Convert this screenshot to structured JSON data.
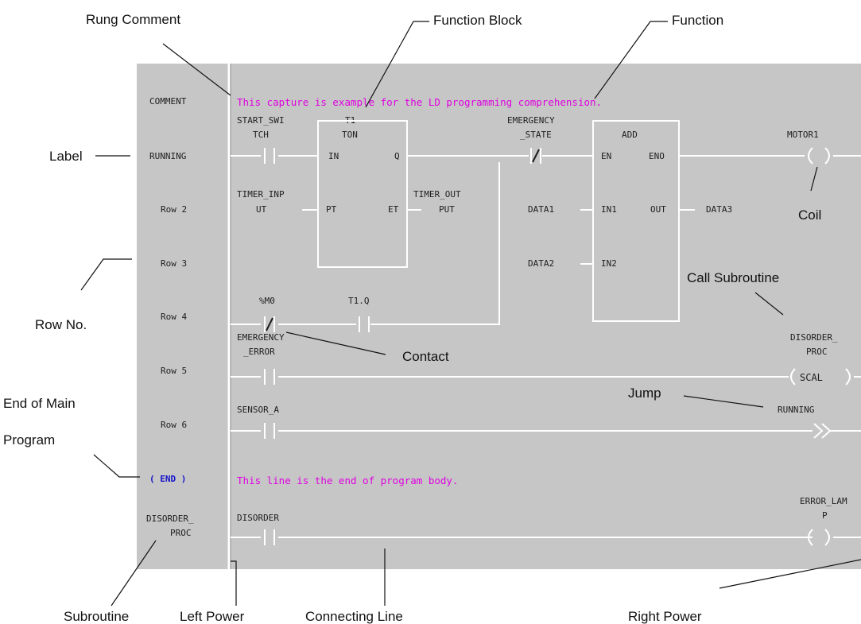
{
  "callouts": {
    "rung_comment": "Rung Comment",
    "function_block": "Function Block",
    "function": "Function",
    "label": "Label",
    "row_no": "Row No.",
    "coil": "Coil",
    "call_subroutine": "Call Subroutine",
    "contact": "Contact",
    "jump": "Jump",
    "end_main_1": "End of Main",
    "end_main_2": "Program",
    "subroutine": "Subroutine",
    "left_power": "Left Power",
    "connecting_line": "Connecting Line",
    "right_power": "Right Power"
  },
  "rows": {
    "comment": "COMMENT",
    "running": "RUNNING",
    "row2": "Row 2",
    "row3": "Row 3",
    "row4": "Row 4",
    "row5": "Row 5",
    "row6": "Row 6",
    "end": "( END )",
    "sub_1": "DISORDER_",
    "sub_2": "PROC"
  },
  "comments": {
    "rung": "This capture is example for the LD programming comprehension.",
    "end": "This line is the end of program body."
  },
  "ladder": {
    "start_switch_1": "START_SWI",
    "start_switch_2": "TCH",
    "t1_name": "T1",
    "t1_type": "TON",
    "pin_in": "IN",
    "pin_q": "Q",
    "pin_pt": "PT",
    "pin_et": "ET",
    "timer_inp_1": "TIMER_INP",
    "timer_inp_2": "UT",
    "timer_out_1": "TIMER_OUT",
    "timer_out_2": "PUT",
    "emergency_state_1": "EMERGENCY",
    "emergency_state_2": "_STATE",
    "add_name": "ADD",
    "pin_en": "EN",
    "pin_eno": "ENO",
    "pin_in1": "IN1",
    "pin_out": "OUT",
    "pin_in2": "IN2",
    "data1": "DATA1",
    "data2": "DATA2",
    "data3": "DATA3",
    "motor1": "MOTOR1",
    "m0": "%M0",
    "t1q": "T1.Q",
    "emergency_error_1": "EMERGENCY",
    "emergency_error_2": "_ERROR",
    "disorder_proc_1": "DISORDER_",
    "disorder_proc_2": "PROC",
    "scal": "SCAL",
    "sensor_a": "SENSOR_A",
    "jump_target": "RUNNING",
    "disorder": "DISORDER",
    "error_lamp_1": "ERROR_LAM",
    "error_lamp_2": "P"
  }
}
